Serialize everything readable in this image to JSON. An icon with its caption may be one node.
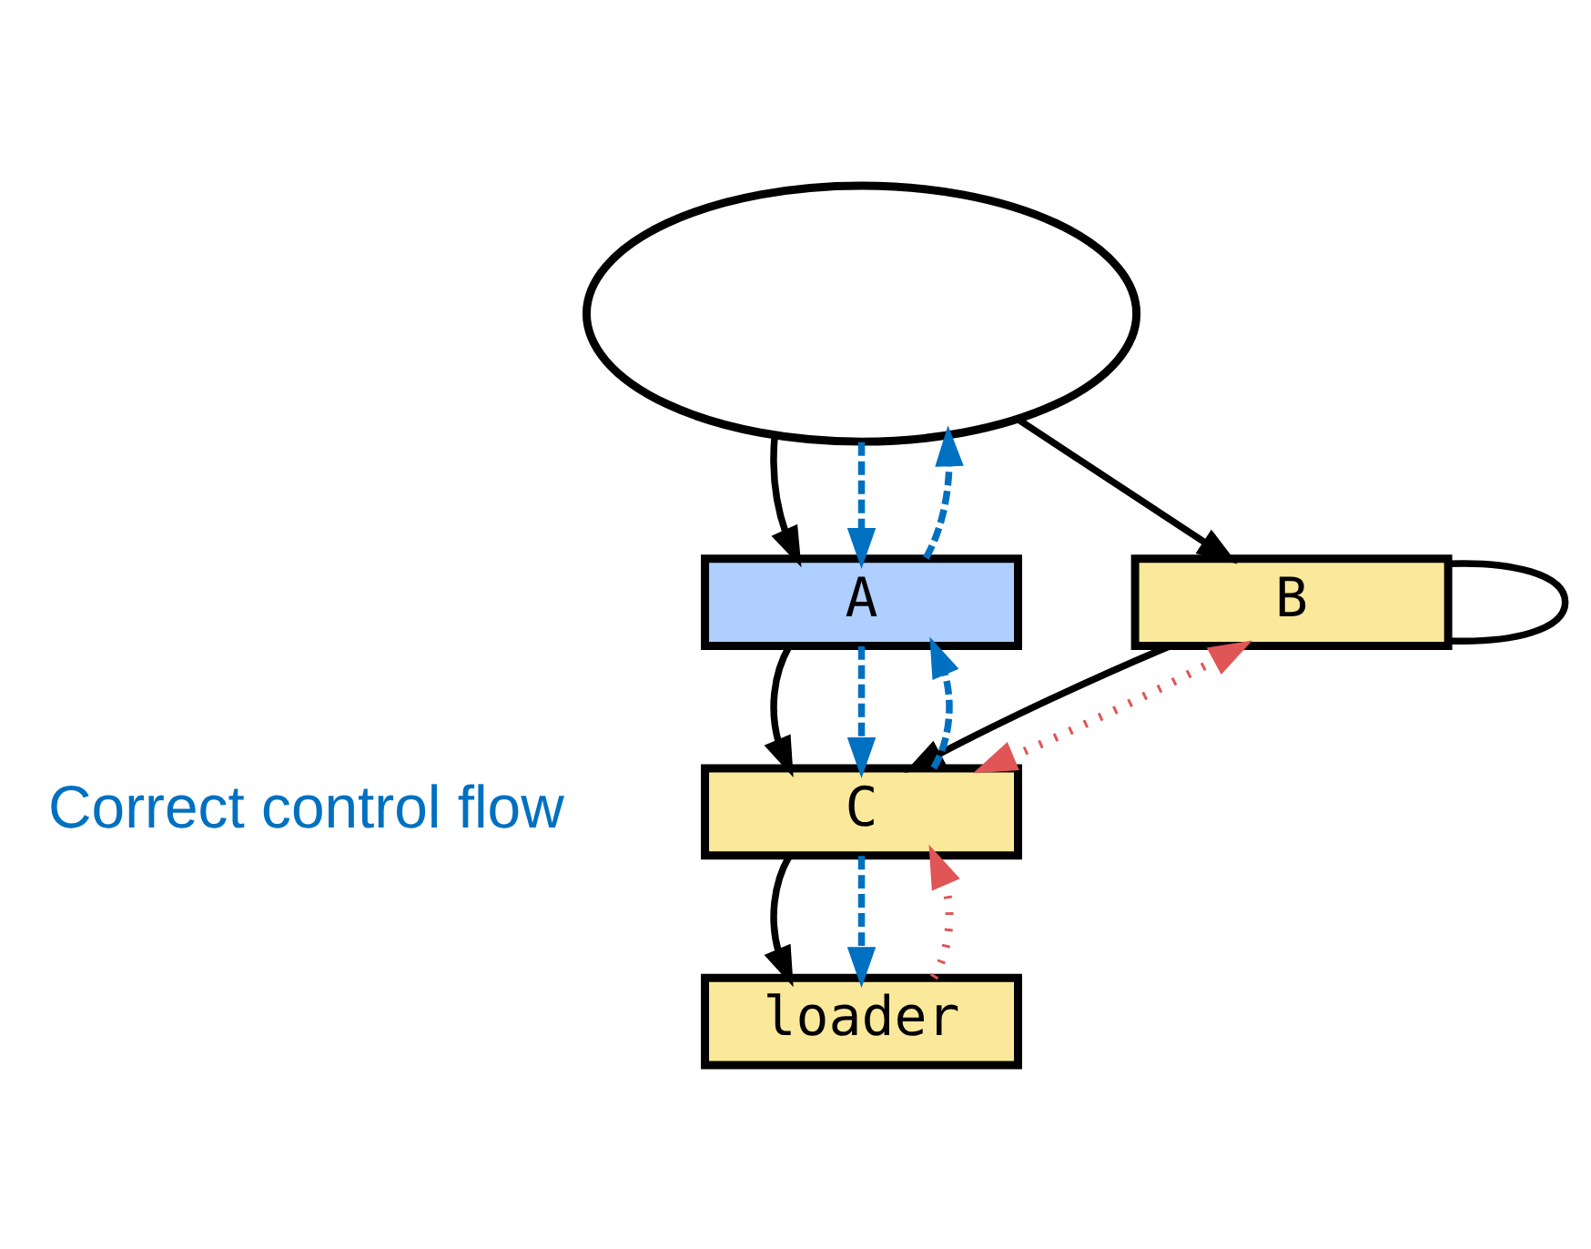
{
  "diagram": {
    "nodes": [
      {
        "text": [],
        "shape": "cloud"
      },
      {
        "text": [
          "A"
        ]
      },
      {
        "text": [
          "B"
        ]
      },
      {
        "text": [
          "C"
        ]
      },
      {
        "text": [
          "loader"
        ]
      }
    ],
    "edges": [
      {
        "from": 0,
        "to": 1,
        "arrow": "to"
      },
      {
        "from": 0,
        "to": 2,
        "arrow": "to"
      },
      {
        "from": 2,
        "to": 2,
        "arrow": "none"
      },
      {
        "from": 1,
        "to": 3,
        "arrow": "to"
      },
      {
        "from": 2,
        "to": 3,
        "arrow": "to"
      },
      {
        "from": 3,
        "to": 4,
        "arrow": "to"
      },
      {
        "from": 0,
        "to": 1,
        "arrow": "to",
        "style": "dashed",
        "color": "#0070c0"
      },
      {
        "from": 1,
        "to": 0,
        "arrow": "to",
        "style": "dashed",
        "color": "#0070c0"
      },
      {
        "from": 1,
        "to": 3,
        "arrow": "to",
        "style": "dashed",
        "color": "#0070c0"
      },
      {
        "from": 3,
        "to": 1,
        "arrow": "to",
        "style": "dashed",
        "color": "#0070c0"
      },
      {
        "from": 3,
        "to": 4,
        "arrow": "to",
        "style": "dashed",
        "color": "#0070c0"
      },
      {
        "from": 3,
        "to": 2,
        "arrow": "both",
        "style": "dashed",
        "color": "#e05555"
      },
      {
        "from": 4,
        "to": 3,
        "arrow": "to",
        "style": "dashed",
        "color": "#e05555"
      }
    ],
    "labels": [
      "Correct control flow"
    ]
  }
}
